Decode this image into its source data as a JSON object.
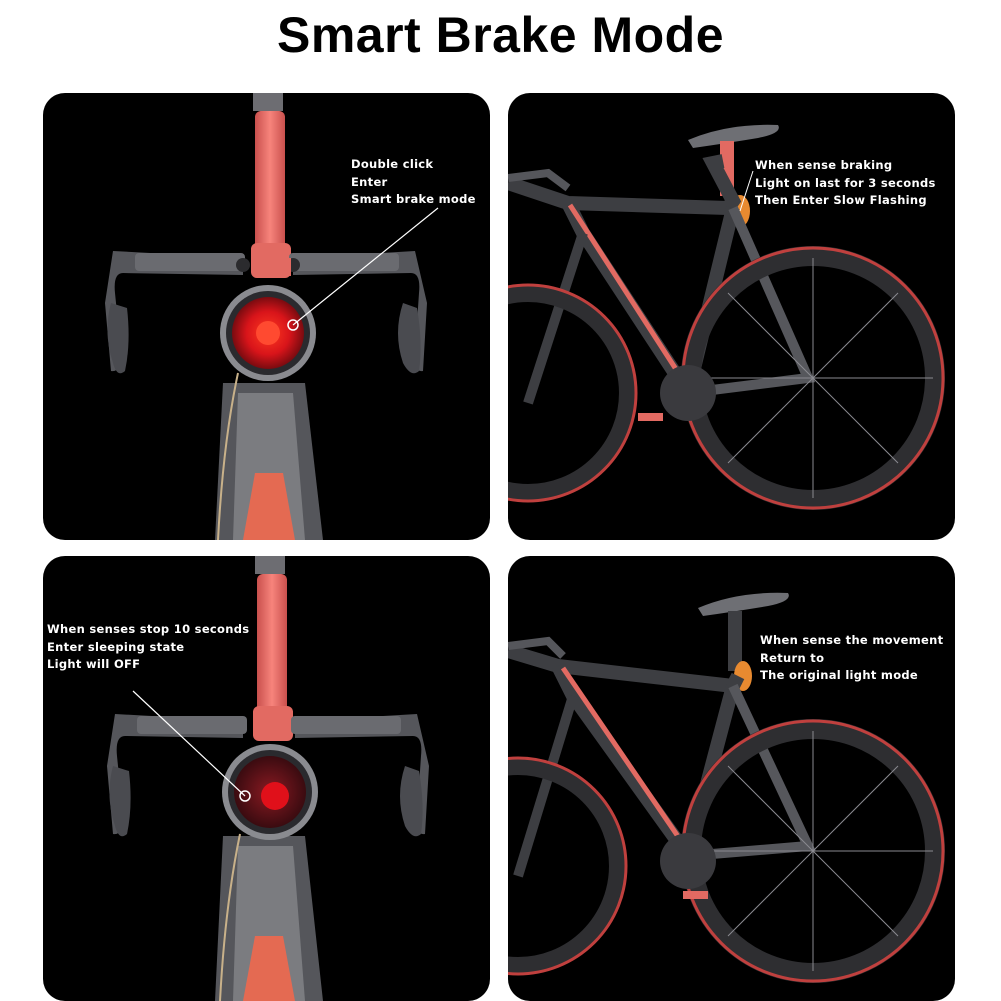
{
  "title": "Smart Brake Mode",
  "colors": {
    "background": "#ffffff",
    "panel": "#000000",
    "frame_red": "#e8645f",
    "light_red": "#ff2a1a",
    "frame_gray": "#5a5a5e"
  },
  "panels": [
    {
      "id": "double-click",
      "caption": [
        "Double click",
        "Enter",
        "Smart brake mode"
      ]
    },
    {
      "id": "braking",
      "caption": [
        "When sense braking",
        "Light on last for 3 seconds",
        "Then Enter Slow Flashing"
      ]
    },
    {
      "id": "sleeping",
      "caption": [
        "When senses stop 10 seconds",
        "Enter sleeping state",
        "Light will OFF"
      ]
    },
    {
      "id": "movement",
      "caption": [
        "When sense the movement",
        "Return to",
        "The original light mode"
      ]
    }
  ]
}
